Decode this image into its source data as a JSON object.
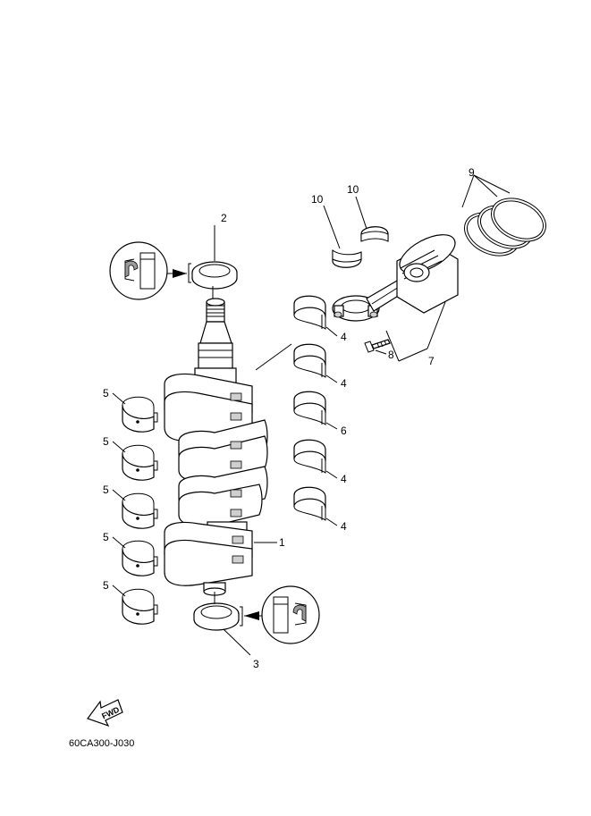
{
  "diagram": {
    "labels": {
      "part_1": "1",
      "part_2": "2",
      "part_3": "3",
      "part_4a": "4",
      "part_4b": "4",
      "part_4c": "4",
      "part_4d": "4",
      "part_5a": "5",
      "part_5b": "5",
      "part_5c": "5",
      "part_5d": "5",
      "part_5e": "5",
      "part_6": "6",
      "part_7": "7",
      "part_8": "8",
      "part_9": "9",
      "part_10a": "10",
      "part_10b": "10"
    },
    "fwd_label": "FWD",
    "drawing_code": "60CA300-J030"
  }
}
